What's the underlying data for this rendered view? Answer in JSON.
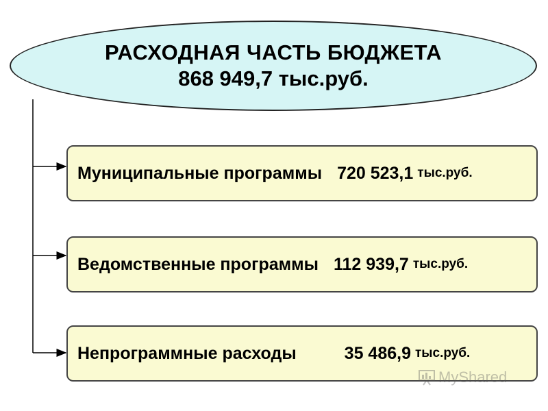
{
  "header": {
    "title": "РАСХОДНАЯ ЧАСТЬ  БЮДЖЕТА",
    "amount": "868 949,7 тыс.руб."
  },
  "items": [
    {
      "name": "Муниципальные программы",
      "value": "720 523,1",
      "unit": "тыс.руб."
    },
    {
      "name": "Ведомственные программы",
      "value": "112 939,7",
      "unit": "тыс.руб."
    },
    {
      "name": "Непрограммные расходы",
      "value": "35 486,9",
      "unit": "тыс.руб."
    }
  ],
  "watermark": {
    "text": "MyShared",
    "icon": "presentation-icon"
  },
  "colors": {
    "ellipse_fill": "#d6f5f5",
    "box_fill": "#fafad2",
    "stroke": "#222222"
  }
}
